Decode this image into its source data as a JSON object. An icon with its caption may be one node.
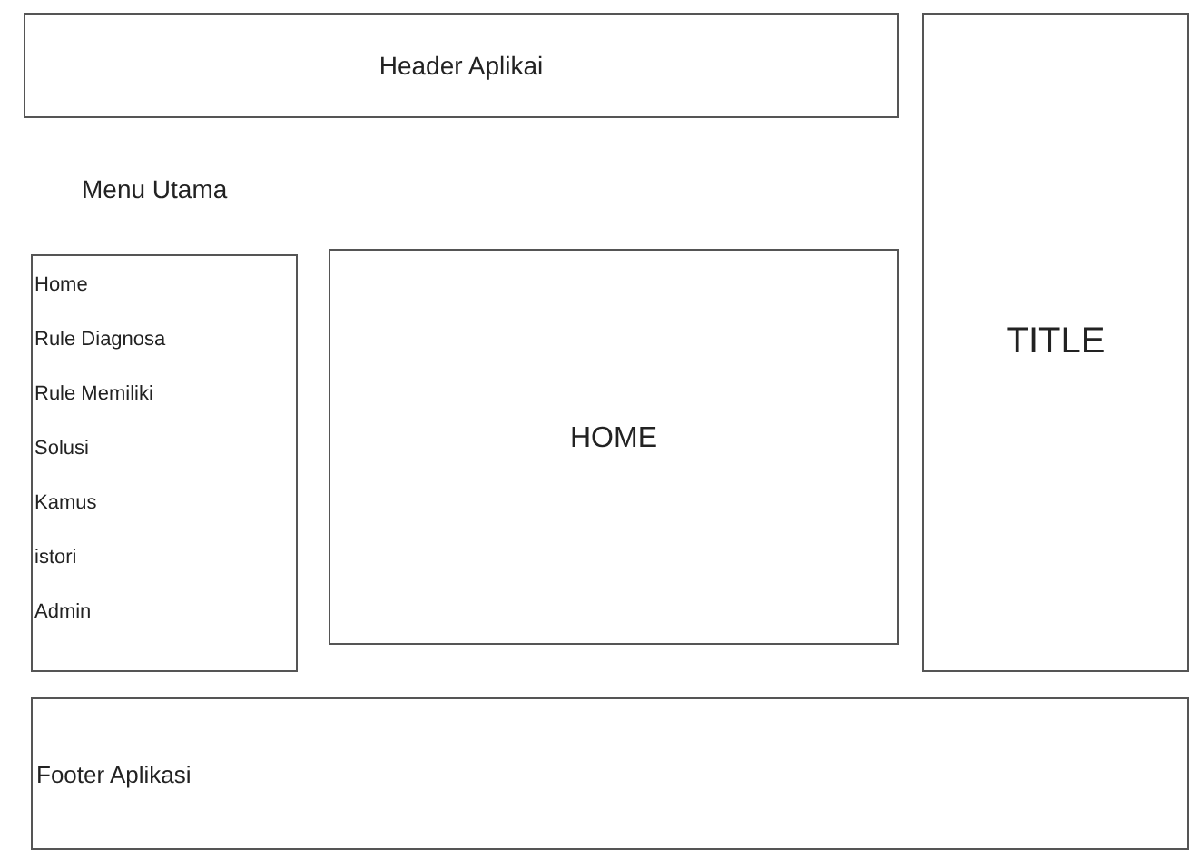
{
  "diagram": {
    "nodes": [
      {
        "text": [
          "Header Aplikai"
        ]
      },
      {
        "text": [
          "TITLE"
        ]
      },
      {
        "text": [
          "Home",
          "Rule Diagnosa",
          "Rule Memiliki",
          "Solusi",
          "Kamus",
          "istori",
          "Admin"
        ]
      },
      {
        "text": [
          "HOME"
        ]
      },
      {
        "text": [
          "Footer Aplikasi"
        ]
      }
    ],
    "labels": [
      "Menu Utama"
    ]
  }
}
